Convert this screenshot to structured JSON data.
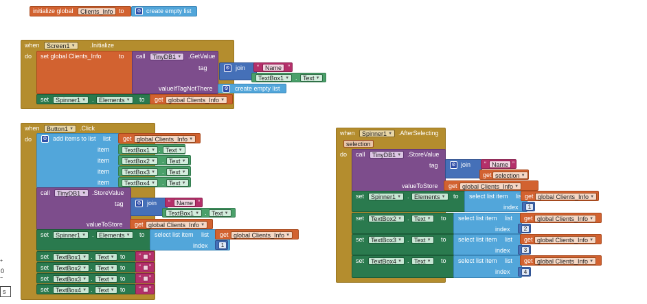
{
  "init_global": {
    "initialize_global": "initialize global",
    "var_name": "Clients_Info",
    "to": "to",
    "create_empty_list": "create empty list"
  },
  "screen_init": {
    "when": "when",
    "component": "Screen1",
    "event": ".Initialize",
    "do": "do",
    "set_global": "set global Clients_Info",
    "to": "to",
    "call": "call",
    "db": "TinyDB1",
    "method": ".GetValue",
    "tag": "tag",
    "join": "join",
    "str_name": "Name",
    "textbox": "TextBox1",
    "text_prop": "Text",
    "value_if_tag": "valueIfTagNotThere",
    "create_empty_list": "create empty list",
    "set": "set",
    "spinner": "Spinner1",
    "elements": "Elements",
    "get": "get",
    "global_clients": "global Clients_Info"
  },
  "button_click": {
    "when": "when",
    "component": "Button1",
    "event": ".Click",
    "do": "do",
    "add_items": "add items to list",
    "list": "list",
    "item": "item",
    "get": "get",
    "global_clients": "global Clients_Info",
    "textboxes": [
      "TextBox1",
      "TextBox2",
      "TextBox3",
      "TextBox4"
    ],
    "text_prop": "Text",
    "call": "call",
    "db": "TinyDB1",
    "store_method": ".StoreValue",
    "tag": "tag",
    "join": "join",
    "str_name": "Name",
    "value_to_store": "valueToStore",
    "set": "set",
    "spinner": "Spinner1",
    "elements": "Elements",
    "to": "to",
    "select_list_item": "select list item",
    "index": "index",
    "index_value": "1"
  },
  "spinner_after": {
    "when": "when",
    "component": "Spinner1",
    "event": ".AfterSelecting",
    "param": "selection",
    "do": "do",
    "call": "call",
    "db": "TinyDB1",
    "store_method": ".StoreValue",
    "tag": "tag",
    "join": "join",
    "str_name": "Name",
    "get": "get",
    "selection": "selection",
    "value_to_store": "valueToStore",
    "global_clients": "global Clients_Info",
    "set": "set",
    "to": "to",
    "select_list_item": "select list item",
    "list": "list",
    "index": "index",
    "rows": [
      {
        "comp": "Spinner1",
        "prop": "Elements",
        "index": "1"
      },
      {
        "comp": "TextBox2",
        "prop": "Text",
        "index": "2"
      },
      {
        "comp": "TextBox3",
        "prop": "Text",
        "index": "3"
      },
      {
        "comp": "TextBox4",
        "prop": "Text",
        "index": "4"
      }
    ]
  },
  "side_edge": {
    "zero": "0",
    "btn": "s"
  }
}
